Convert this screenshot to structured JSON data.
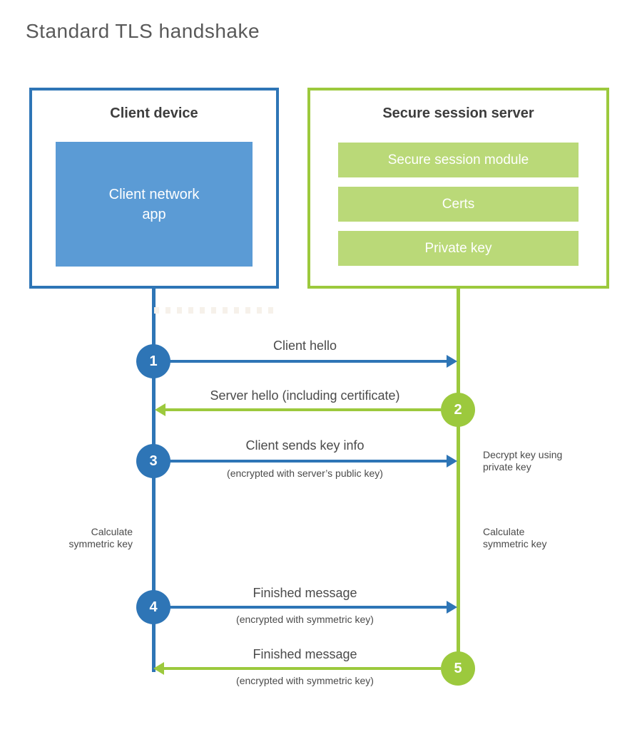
{
  "title": "Standard TLS handshake",
  "colors": {
    "blue": "#2e75b6",
    "blue_light": "#5b9bd5",
    "green": "#9cc93d",
    "green_light": "#bad978",
    "heading": "#3d3d3d",
    "label": "#4a4a4a",
    "title": "#595959"
  },
  "client_box": {
    "title": "Client device",
    "app_label": "Client network\napp"
  },
  "server_box": {
    "title": "Secure session server",
    "modules": [
      "Secure session module",
      "Certs",
      "Private key"
    ]
  },
  "steps": [
    {
      "number": "1",
      "label": "Client hello",
      "direction": "right"
    },
    {
      "number": "2",
      "label": "Server hello (including certificate)",
      "direction": "left"
    },
    {
      "number": "3",
      "label": "Client sends key info",
      "sublabel": "(encrypted with server’s public key)",
      "direction": "right"
    },
    {
      "number": "4",
      "label": "Finished message",
      "sublabel": "(encrypted with symmetric key)",
      "direction": "right"
    },
    {
      "number": "5",
      "label": "Finished message",
      "sublabel": "(encrypted with symmetric key)",
      "direction": "left"
    }
  ],
  "notes": {
    "decrypt": "Decrypt key using\nprivate key",
    "calc_left": "Calculate\nsymmetric key",
    "calc_right": "Calculate\nsymmetric key"
  }
}
